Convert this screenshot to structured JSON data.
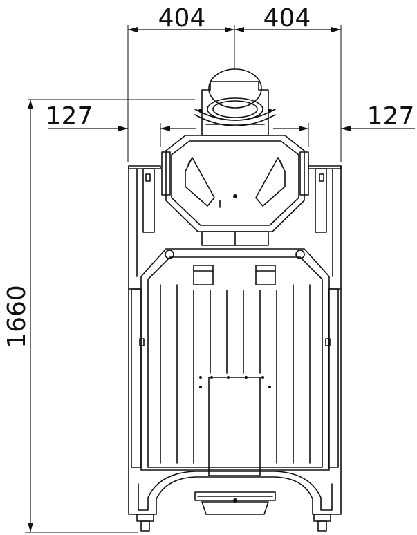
{
  "dimensions": {
    "half_width_left": "404",
    "half_width_right": "404",
    "offset_left": "127",
    "offset_right": "127",
    "total_height": "1660"
  }
}
